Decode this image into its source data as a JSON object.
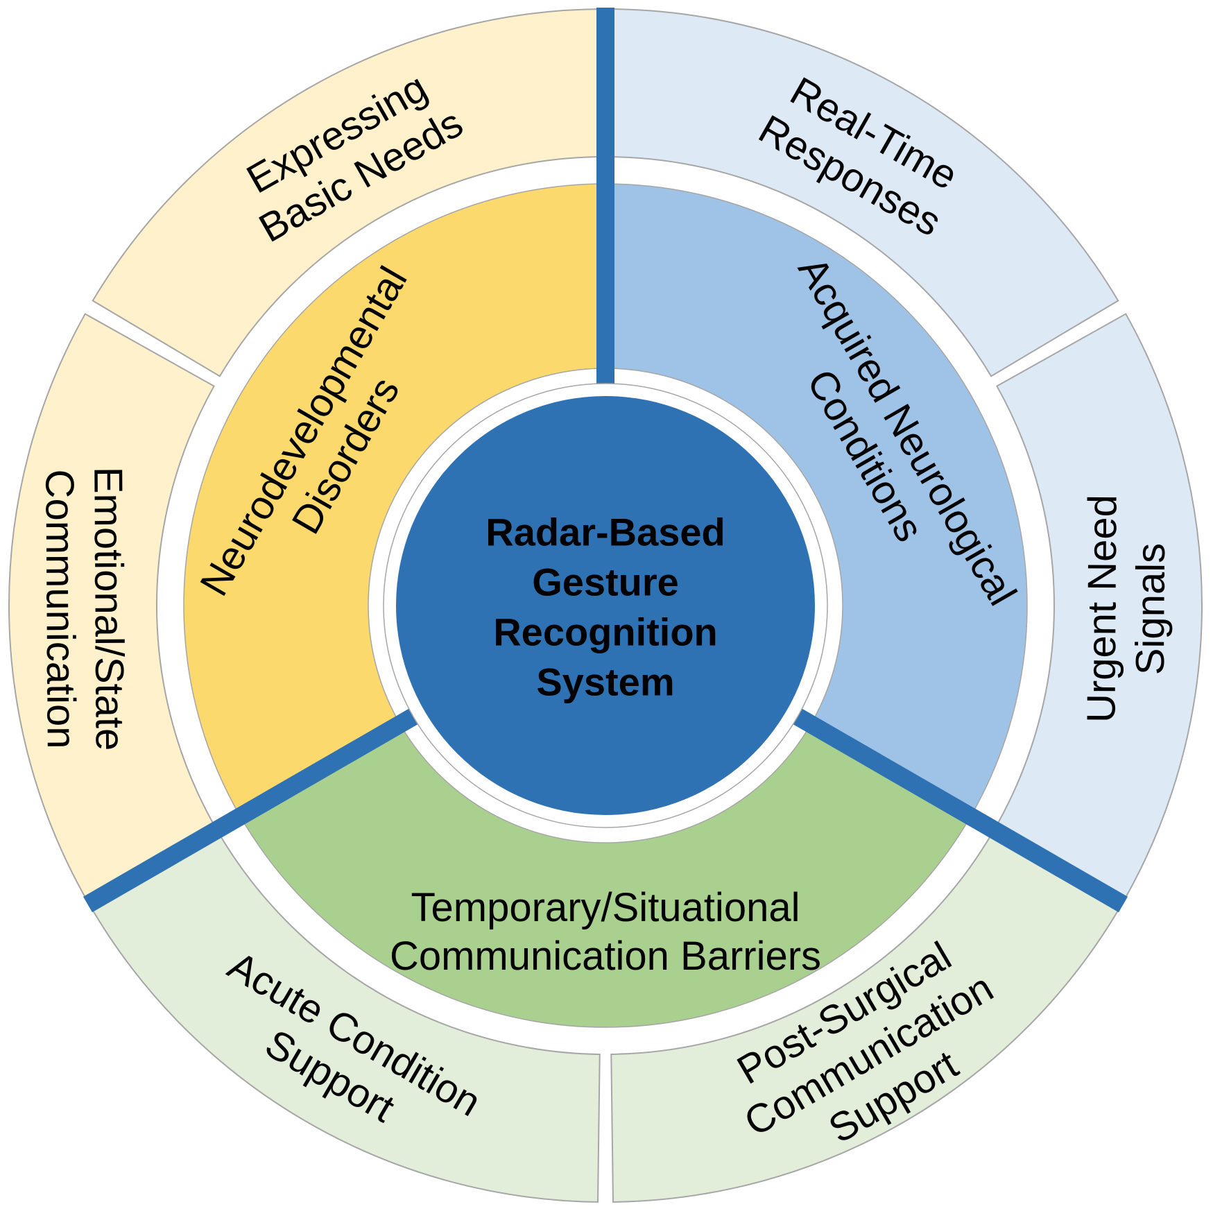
{
  "center": {
    "lines": [
      "Radar-Based",
      "Gesture",
      "Recognition",
      "System"
    ],
    "color": "#2e72b3"
  },
  "divider_color": "#2e72b3",
  "categories": [
    {
      "id": "neurodevelopmental",
      "lines": [
        "Neurodevelopmental",
        "Disorders"
      ],
      "color": "#fcd96c",
      "light_color": "#fff1cc",
      "subcategories": [
        {
          "id": "expressing-basic-needs",
          "lines": [
            "Expressing",
            "Basic Needs"
          ]
        },
        {
          "id": "emotional-state-communication",
          "lines": [
            "Emotional/State",
            "Communication"
          ]
        }
      ]
    },
    {
      "id": "acquired-neurological",
      "lines": [
        "Acquired Neurological",
        "Conditions"
      ],
      "color": "#9fc3e6",
      "light_color": "#ddeaf6",
      "subcategories": [
        {
          "id": "real-time-responses",
          "lines": [
            "Real-Time",
            "Responses"
          ]
        },
        {
          "id": "urgent-need-signals",
          "lines": [
            "Urgent Need",
            "Signals"
          ]
        }
      ]
    },
    {
      "id": "temporary-situational",
      "lines": [
        "Temporary/Situational",
        "Communication Barriers"
      ],
      "color": "#a9d08e",
      "light_color": "#e2eed9",
      "subcategories": [
        {
          "id": "acute-condition-support",
          "lines": [
            "Acute Condition",
            "Support"
          ]
        },
        {
          "id": "post-surgical-support",
          "lines": [
            "Post-Surgical",
            "Communication",
            "Support"
          ]
        }
      ]
    }
  ]
}
